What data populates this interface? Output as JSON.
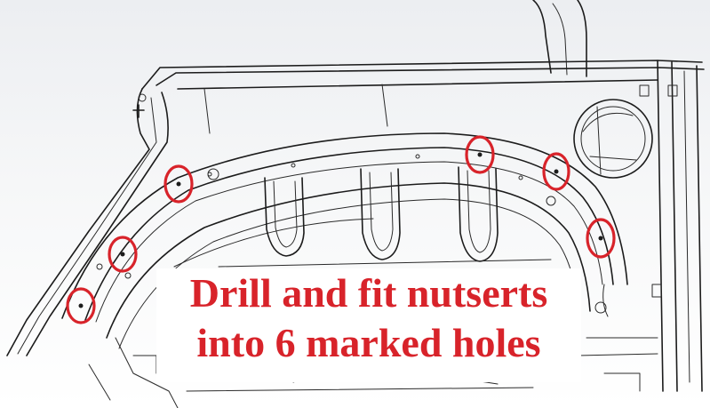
{
  "caption": {
    "line1": "Drill and fit nutserts",
    "line2": "into 6 marked holes"
  },
  "colors": {
    "marker": "#d8232a",
    "caption_text": "#d8232a",
    "drawing_line": "#1c1c1c",
    "background_top": "#f2f3f5"
  },
  "holes": {
    "count": 6,
    "items": [
      {
        "id": "hole-1"
      },
      {
        "id": "hole-2"
      },
      {
        "id": "hole-3"
      },
      {
        "id": "hole-4"
      },
      {
        "id": "hole-5"
      },
      {
        "id": "hole-6"
      }
    ]
  }
}
